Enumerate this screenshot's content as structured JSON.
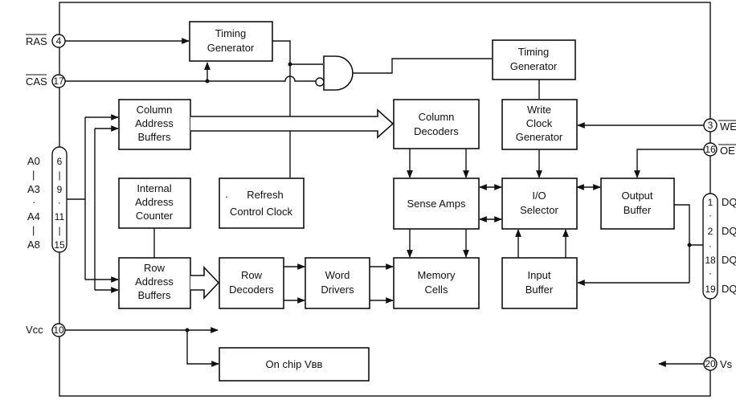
{
  "blocks": {
    "timing_generator_1": [
      "Timing",
      "Generator"
    ],
    "timing_generator_2": [
      "Timing",
      "Generator"
    ],
    "column_address_buffers": [
      "Column",
      "Address",
      "Buffers"
    ],
    "column_decoders": [
      "Column",
      "Decoders"
    ],
    "write_clock_generator": [
      "Write",
      "Clock",
      "Generator"
    ],
    "internal_address_counter": [
      "Internal",
      "Address",
      "Counter"
    ],
    "refresh_control_clock": [
      "Refresh",
      "Control Clock"
    ],
    "sense_amps": [
      "Sense  Amps"
    ],
    "io_selector": [
      "I/O",
      "Selector"
    ],
    "output_buffer": [
      "Output",
      "Buffer"
    ],
    "row_address_buffers": [
      "Row",
      "Address",
      "Buffers"
    ],
    "row_decoders": [
      "Row",
      "Decoders"
    ],
    "word_drivers": [
      "Word",
      "Drivers"
    ],
    "memory_cells": [
      "Memory",
      "Cells"
    ],
    "input_buffer": [
      "Input",
      "Buffer"
    ],
    "on_chip_vbb": [
      "On chip Vʙʙ"
    ]
  },
  "pins": {
    "ras": {
      "name": "RAS",
      "num": "4"
    },
    "cas": {
      "name": "CAS",
      "num": "17"
    },
    "we": {
      "name": "WE",
      "num": "3"
    },
    "oe": {
      "name": "OE",
      "num": "16"
    },
    "vcc": {
      "name": "Vcc",
      "num": "10"
    },
    "vss": {
      "name": "Vs",
      "num": "20"
    },
    "address_names": [
      "A0",
      "|",
      "A3",
      "·",
      "A4",
      "|",
      "A8"
    ],
    "address_nums": [
      "6",
      "|",
      "9",
      "·",
      "11",
      "|",
      "15"
    ],
    "dq_names": [
      "DQ",
      "DQ",
      "DQ",
      "DQ"
    ],
    "dq_nums": [
      "1",
      "·",
      "2",
      "·",
      "18",
      "·",
      "19"
    ]
  }
}
